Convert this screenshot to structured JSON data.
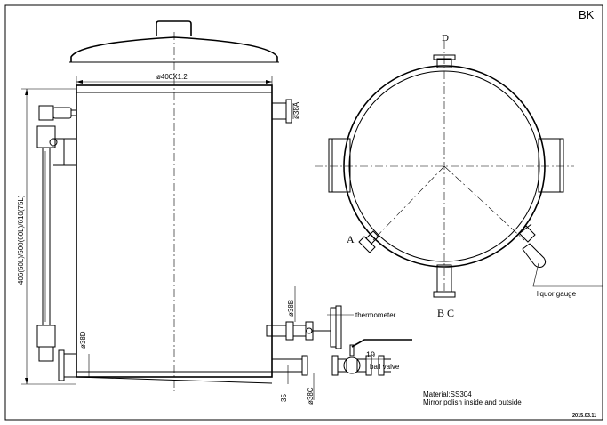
{
  "sheet": {
    "code": "BK",
    "date": "2015.03.11"
  },
  "dimensions": {
    "diameter": "ø400X1.2",
    "height": "406(50L)/500(60L)/610(75L)",
    "port_a_dia": "ø38A",
    "port_b_dia": "ø38B",
    "port_c_dia": "ø38C",
    "port_d_dia": "ø38D",
    "bottom_offset": "35",
    "valve_pos": "19"
  },
  "labels": {
    "thermometer": "thermometer",
    "ball_valve": "ball valve",
    "liquor_gauge": "liquor gauge",
    "port_a": "A",
    "port_bc": "B C",
    "port_d": "D"
  },
  "notes": {
    "material": "Material:SS304",
    "finish": "Mirror polish inside and outside"
  }
}
